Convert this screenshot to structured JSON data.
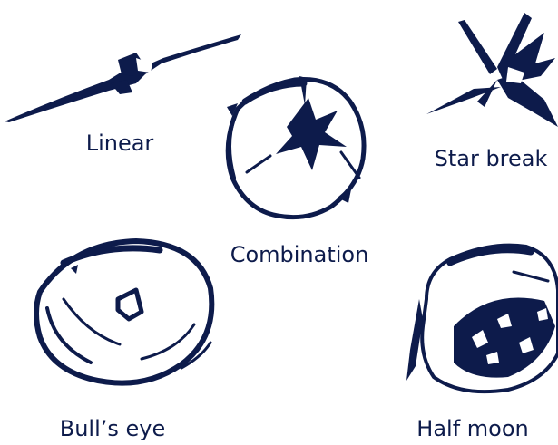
{
  "colors": {
    "ink": "#0d1b4b",
    "background": "#ffffff"
  },
  "breaks": [
    {
      "name": "Linear",
      "icon": "linear-crack-icon"
    },
    {
      "name": "Combination",
      "icon": "combination-crack-icon"
    },
    {
      "name": "Star break",
      "icon": "star-break-icon"
    },
    {
      "name": "Bull’s eye",
      "icon": "bulls-eye-icon"
    },
    {
      "name": "Half moon",
      "icon": "half-moon-icon"
    }
  ]
}
